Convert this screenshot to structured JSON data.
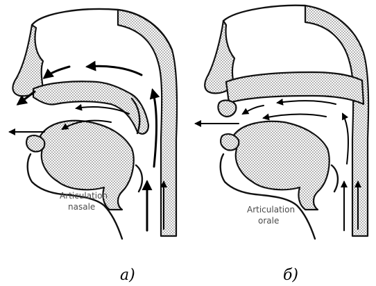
{
  "figure": {
    "panel_a": {
      "label": "Articulation",
      "label_line2": "nasale",
      "subcaption": "a)"
    },
    "panel_b": {
      "label": "Articulation",
      "label_line2": "orale",
      "subcaption": "б)"
    }
  },
  "colors": {
    "ink": "#000000",
    "dots": "#5a5a5a",
    "background": "#ffffff"
  }
}
